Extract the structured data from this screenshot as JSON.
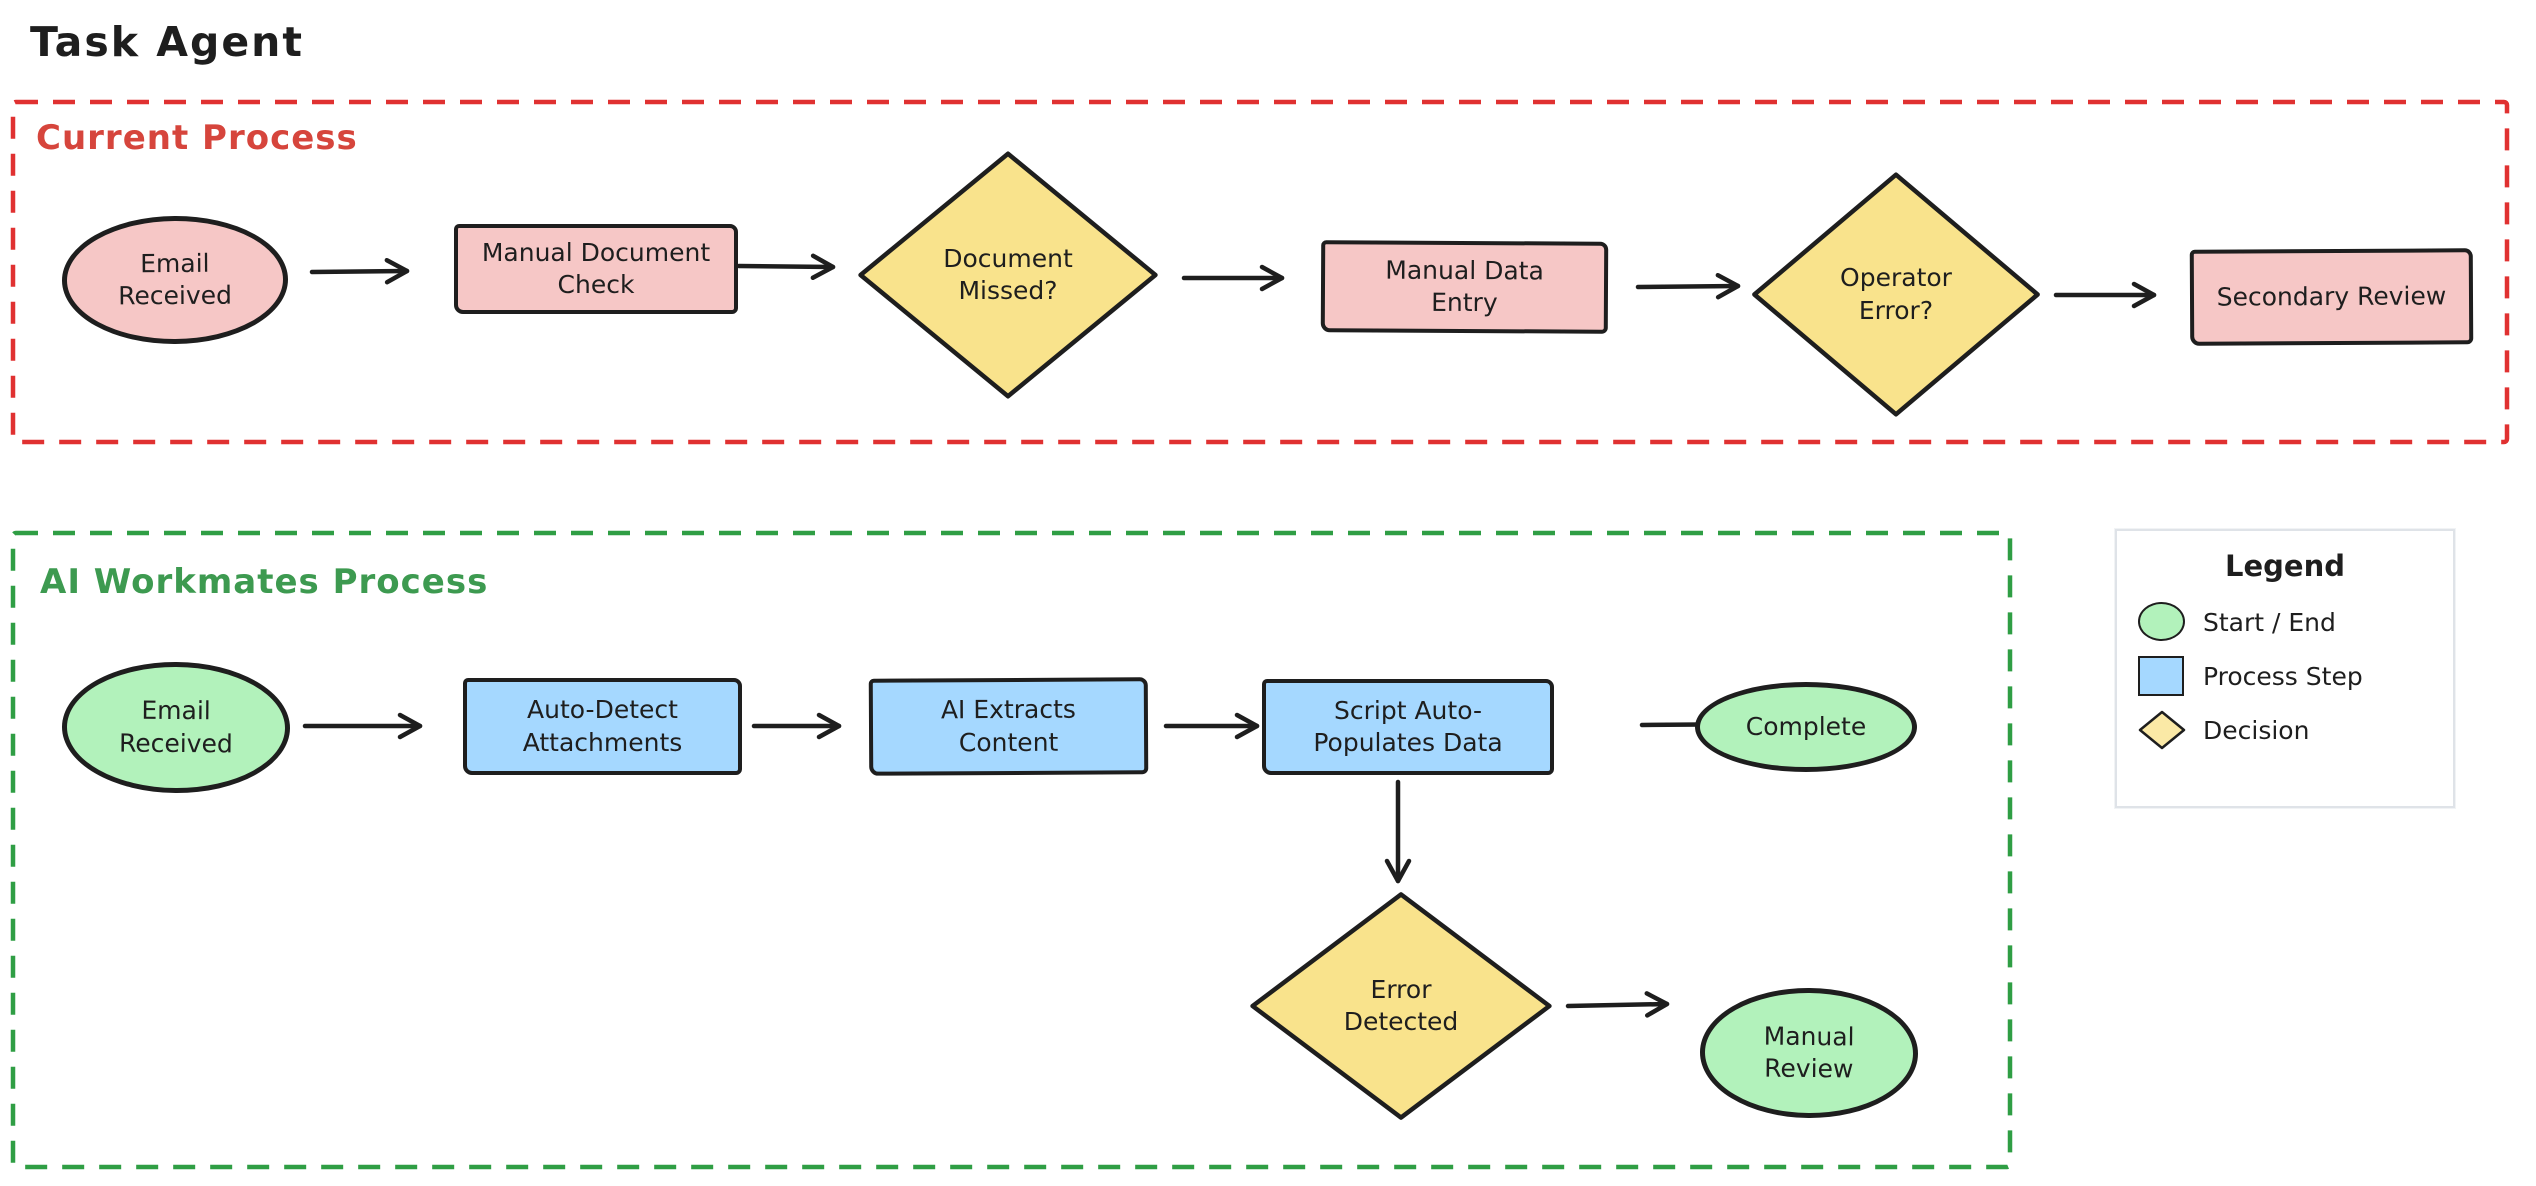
{
  "title": "Task Agent",
  "colors": {
    "stroke": "#1e1e1e",
    "accent_red": "#e03131",
    "accent_green": "#2f9e44",
    "fill_pink": "#f6c7c6",
    "fill_blue": "#a5d8ff",
    "fill_green": "#b2f2bb",
    "fill_yellow": "#f9e38c",
    "legend_yellow": "#fbe9a6",
    "legend_border": "#dfe3e8",
    "background": "#ffffff"
  },
  "current_process": {
    "label": "Current Process",
    "nodes": [
      {
        "id": "cp-email-received",
        "type": "start",
        "label": "Email\nReceived"
      },
      {
        "id": "cp-manual-document-check",
        "type": "process",
        "label": "Manual Document\nCheck"
      },
      {
        "id": "cp-document-missed",
        "type": "decision",
        "label": "Document\nMissed?"
      },
      {
        "id": "cp-manual-data-entry",
        "type": "process",
        "label": "Manual Data\nEntry"
      },
      {
        "id": "cp-operator-error",
        "type": "decision",
        "label": "Operator\nError?"
      },
      {
        "id": "cp-secondary-review",
        "type": "process",
        "label": "Secondary Review"
      }
    ]
  },
  "ai_process": {
    "label": "AI Workmates Process",
    "nodes": [
      {
        "id": "ai-email-received",
        "type": "start",
        "label": "Email\nReceived"
      },
      {
        "id": "ai-auto-detect",
        "type": "process",
        "label": "Auto-Detect\nAttachments"
      },
      {
        "id": "ai-extracts",
        "type": "process",
        "label": "AI Extracts\nContent"
      },
      {
        "id": "ai-script-populates",
        "type": "process",
        "label": "Script Auto-\nPopulates Data"
      },
      {
        "id": "ai-complete",
        "type": "end",
        "label": "Complete"
      },
      {
        "id": "ai-error-detected",
        "type": "decision",
        "label": "Error\nDetected"
      },
      {
        "id": "ai-manual-review",
        "type": "end",
        "label": "Manual\nReview"
      }
    ]
  },
  "legend": {
    "title": "Legend",
    "items": [
      {
        "shape": "ellipse",
        "label": "Start / End"
      },
      {
        "shape": "rect",
        "label": "Process Step"
      },
      {
        "shape": "diamond",
        "label": "Decision"
      }
    ]
  }
}
